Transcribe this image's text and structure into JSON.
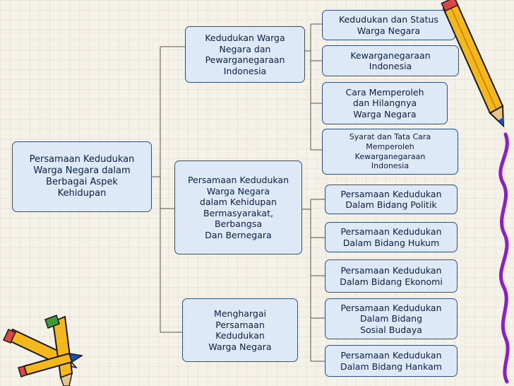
{
  "root": {
    "label": "Persamaan Kedudukan\nWarga Negara dalam\nBerbagai Aspek\nKehidupan"
  },
  "level1": [
    {
      "label": "Kedudukan Warga\nNegara dan\nPewarganegaraan\nIndonesia"
    },
    {
      "label": "Persamaan Kedudukan\nWarga Negara\ndalam Kehidupan\nBermasyarakat,\nBerbangsa\nDan Bernegara"
    },
    {
      "label": "Menghargai\nPersamaan\nKedudukan\nWarga Negara"
    }
  ],
  "level2": [
    {
      "label": "Kedudukan dan Status\nWarga Negara"
    },
    {
      "label": "Kewarganegaraan\nIndonesia"
    },
    {
      "label": "Cara Memperoleh\ndan Hilangnya\nWarga Negara"
    },
    {
      "label": "Syarat dan Tata Cara\nMemperoleh\nKewarganegaraan\nIndonesia"
    },
    {
      "label": "Persamaan Kedudukan\nDalam Bidang Politik"
    },
    {
      "label": "Persamaan Kedudukan\nDalam Bidang Hukum"
    },
    {
      "label": "Persamaan Kedudukan\nDalam Bidang Ekonomi"
    },
    {
      "label": "Persamaan Kedudukan\nDalam Bidang\nSosial Budaya"
    },
    {
      "label": "Persamaan Kedudukan\nDalam Bidang Hankam"
    }
  ],
  "colors": {
    "box_fill": "#dde9f7",
    "box_border": "#2f4f8a",
    "connector": "#555555",
    "pencil_yellow": "#f5b81c",
    "pencil_tip": "#1f4fbf",
    "squiggle": "#8a1ec8"
  },
  "icons": [
    "pencil-icon",
    "crossed-pencils-icon",
    "squiggle-decoration"
  ]
}
